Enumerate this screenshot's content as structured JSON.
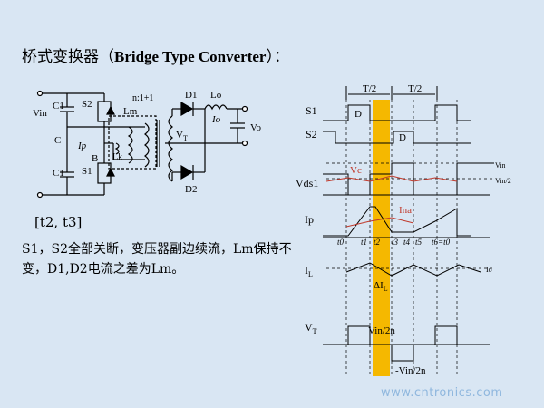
{
  "title": {
    "cn_prefix": "桥式变换器（",
    "en": "Bridge Type Converter",
    "cn_suffix": "）："
  },
  "interval": "[t2, t3]",
  "description": "S1，S2全部关断，变压器副边续流，Lm保持不变，D1,D2电流之差为Lm。",
  "watermark": "www.cntronics.com",
  "circuit": {
    "vin": "Vin",
    "c1_top": "C1",
    "c_mid": "C",
    "c1_bot": "C1",
    "s2": "S2",
    "s1": "S1",
    "lm": "Lm",
    "ip": "Ip",
    "lk": "Lk",
    "b": "B",
    "ratio": "n:1+1",
    "d1": "D1",
    "d2": "D2",
    "lo": "Lo",
    "io": "Io",
    "vo": "Vo",
    "vt": "V",
    "vt_sub": "T"
  },
  "waveforms": {
    "half_period": "T/2",
    "rows": {
      "s1": "S1",
      "s2": "S2",
      "vds1": "Vds1",
      "ip": "Ip",
      "il": "I",
      "il_sub": "L",
      "vt": "V",
      "vt_sub": "T"
    },
    "d_label": "D",
    "vc": "Vc",
    "vin_label": "Vin",
    "vin_half": "Vin/2",
    "ina": "Ina",
    "io": "Io",
    "delta_il": "ΔI",
    "delta_il_sub": "L",
    "vt_pos": "Vin/2n",
    "vt_neg": "-Vin/2n",
    "times": [
      "t0",
      "t1",
      "t2",
      "t3",
      "t4",
      "t5",
      "t6=t0"
    ],
    "highlight_color": "#f5b800"
  }
}
